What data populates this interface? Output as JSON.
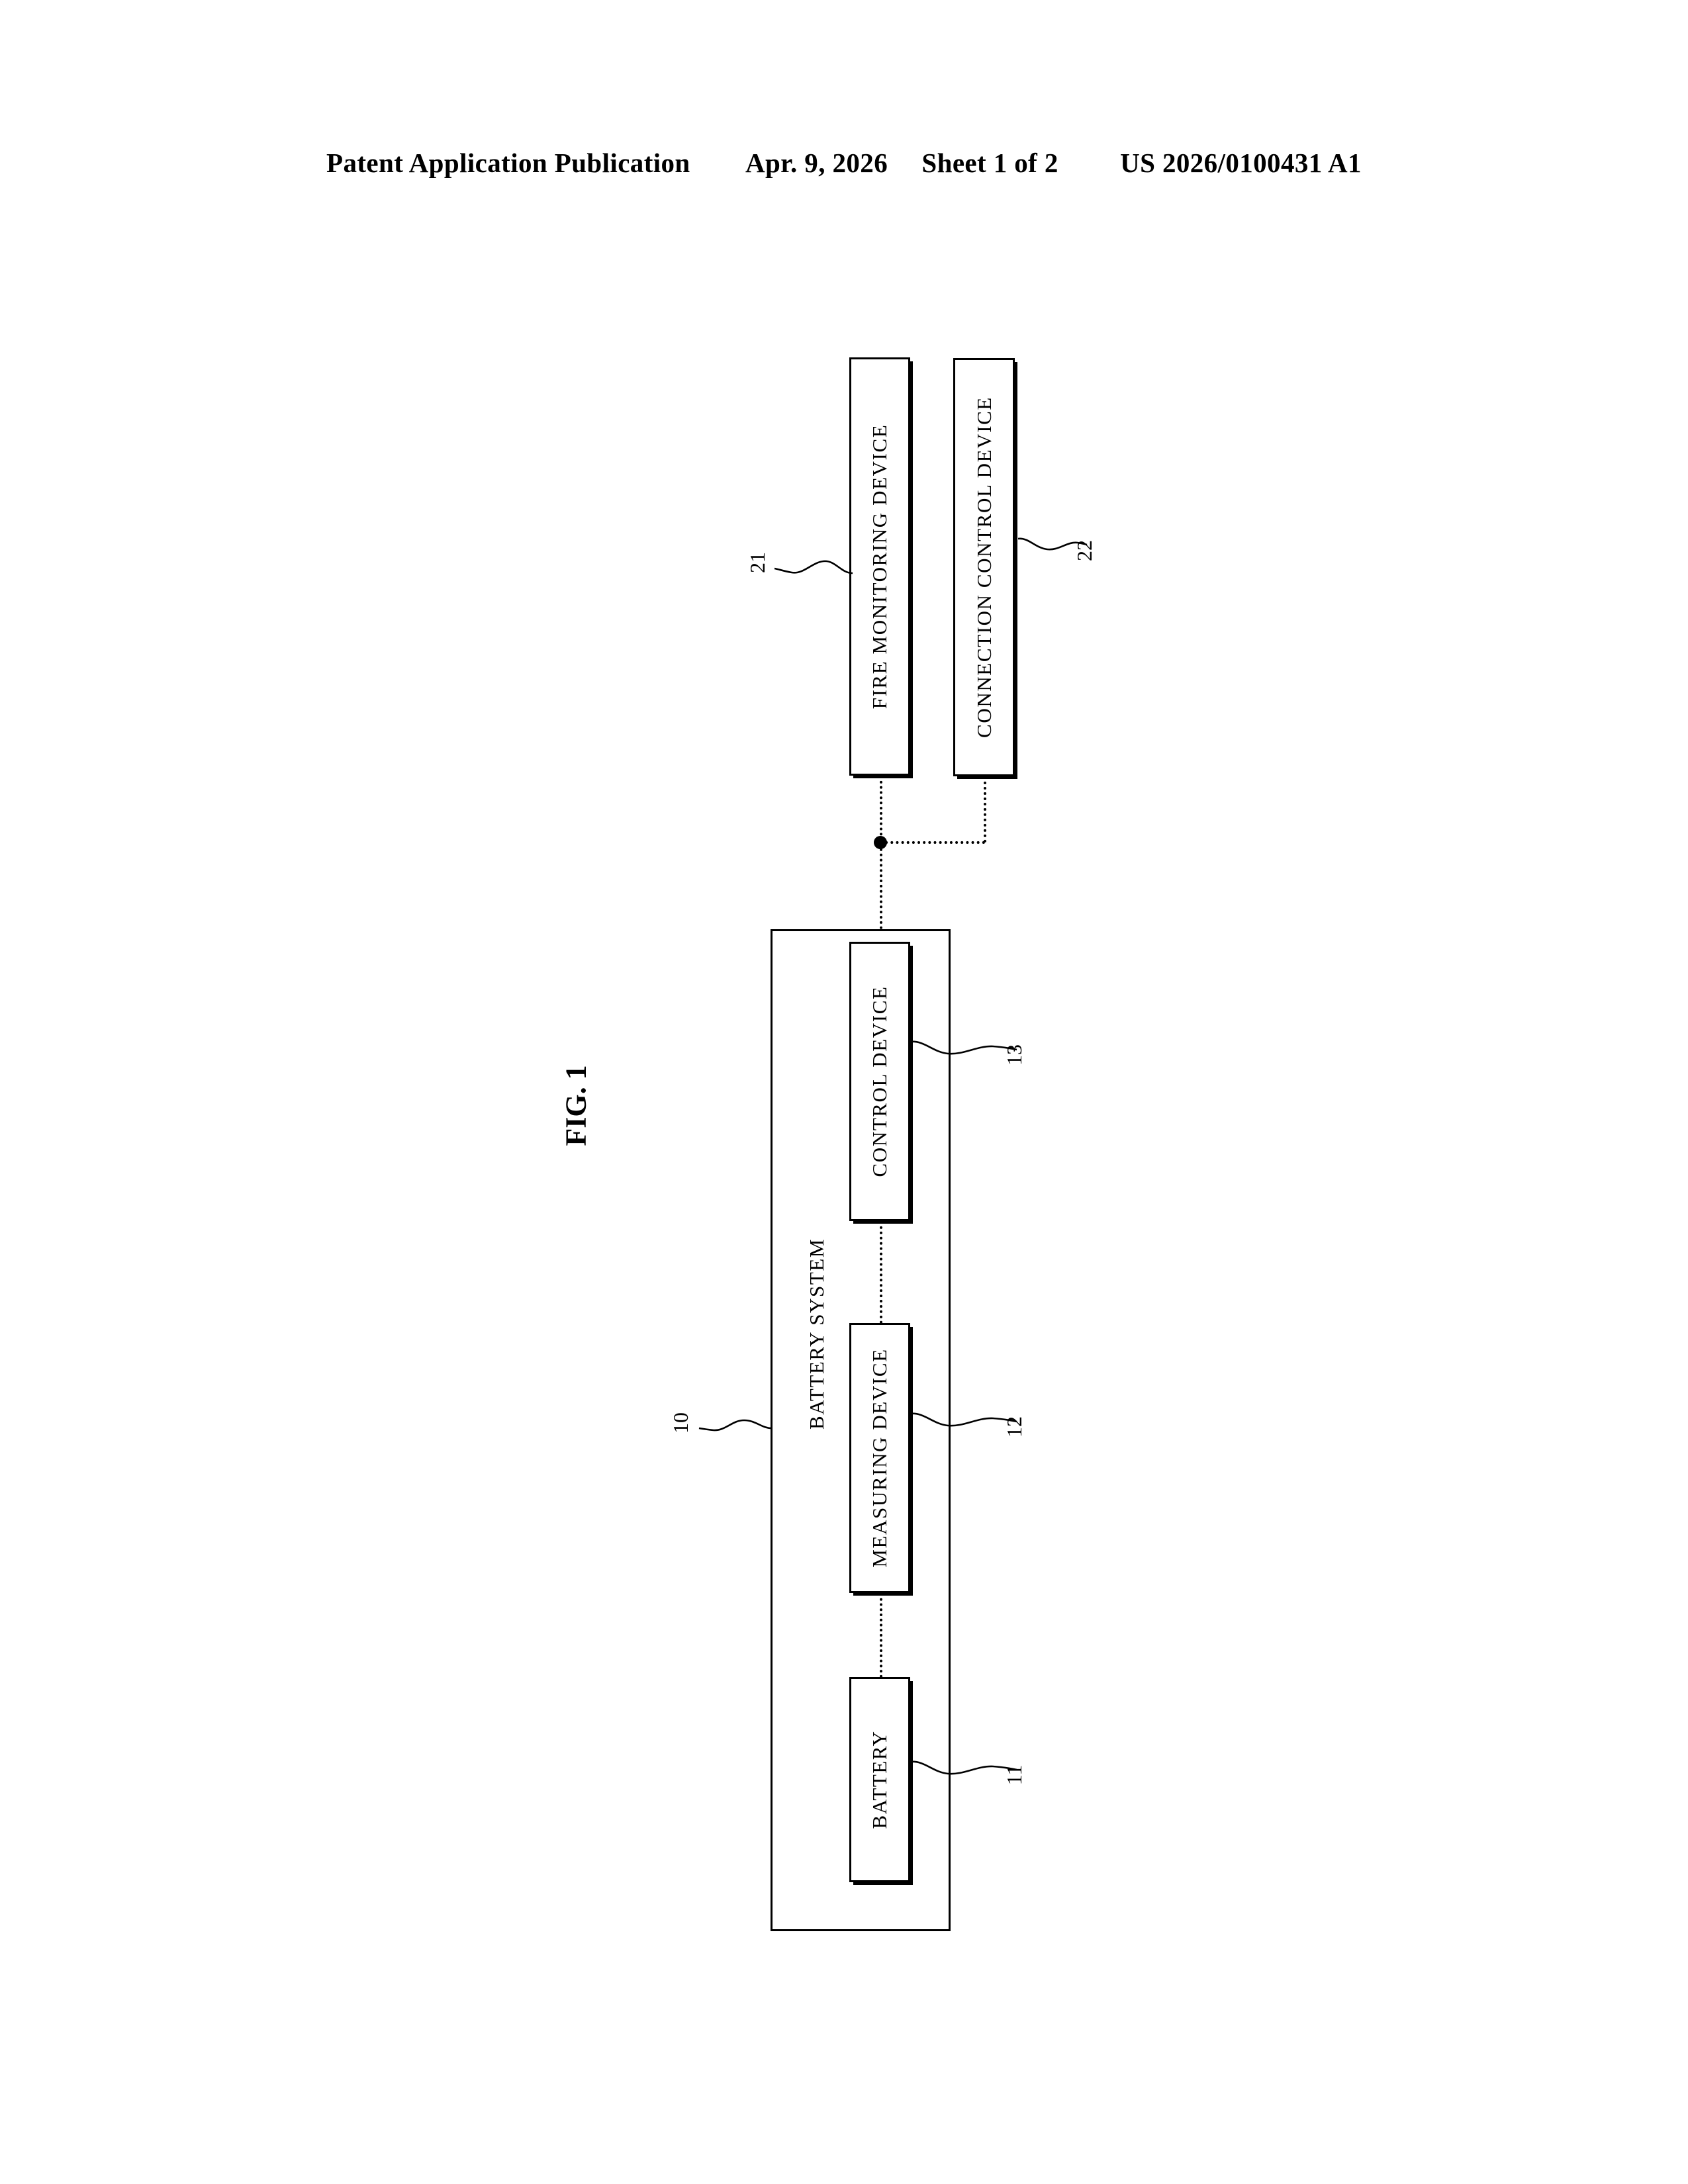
{
  "header": {
    "publication": "Patent Application Publication",
    "date": "Apr. 9, 2026",
    "sheet": "Sheet 1 of 2",
    "patent_number": "US 2026/0100431 A1"
  },
  "figure": {
    "label": "FIG. 1"
  },
  "diagram": {
    "system": {
      "label": "BATTERY SYSTEM",
      "ref": "10"
    },
    "blocks": [
      {
        "id": "control-device",
        "label": "CONTROL DEVICE",
        "ref": "13"
      },
      {
        "id": "measuring-device",
        "label": "MEASURING DEVICE",
        "ref": "12"
      },
      {
        "id": "battery",
        "label": "BATTERY",
        "ref": "11"
      },
      {
        "id": "fire-monitoring-device",
        "label": "FIRE MONITORING DEVICE",
        "ref": "21"
      },
      {
        "id": "connection-control-device",
        "label": "CONNECTION CONTROL DEVICE",
        "ref": "22"
      }
    ]
  },
  "colors": {
    "ink": "#000000",
    "paper": "#ffffff"
  }
}
